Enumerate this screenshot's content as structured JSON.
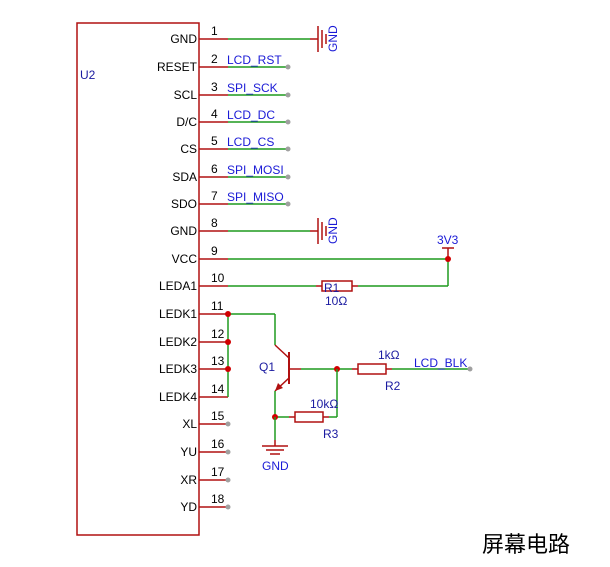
{
  "chip": {
    "ref": "U2",
    "pins": [
      {
        "num": "1",
        "name": "GND"
      },
      {
        "num": "2",
        "name": "RESET"
      },
      {
        "num": "3",
        "name": "SCL"
      },
      {
        "num": "4",
        "name": "D/C"
      },
      {
        "num": "5",
        "name": "CS"
      },
      {
        "num": "6",
        "name": "SDA"
      },
      {
        "num": "7",
        "name": "SDO"
      },
      {
        "num": "8",
        "name": "GND"
      },
      {
        "num": "9",
        "name": "VCC"
      },
      {
        "num": "10",
        "name": "LEDA1"
      },
      {
        "num": "11",
        "name": "LEDK1"
      },
      {
        "num": "12",
        "name": "LEDK2"
      },
      {
        "num": "13",
        "name": "LEDK3"
      },
      {
        "num": "14",
        "name": "LEDK4"
      },
      {
        "num": "15",
        "name": "XL"
      },
      {
        "num": "16",
        "name": "YU"
      },
      {
        "num": "17",
        "name": "XR"
      },
      {
        "num": "18",
        "name": "YD"
      }
    ]
  },
  "nets": {
    "pin2": "LCD_RST",
    "pin3": "SPI_SCK",
    "pin4": "LCD_DC",
    "pin5": "LCD_CS",
    "pin6": "SPI_MOSI",
    "pin7": "SPI_MISO",
    "power": "3V3",
    "backlight": "LCD_BLK"
  },
  "gnd_labels": {
    "top": "GND",
    "mid": "GND",
    "bottom": "GND"
  },
  "components": {
    "r1": {
      "ref": "R1",
      "value": "10Ω"
    },
    "r2": {
      "ref": "R2",
      "value": "1kΩ"
    },
    "r3": {
      "ref": "R3",
      "value": "10kΩ"
    },
    "q1": {
      "ref": "Q1"
    }
  },
  "caption": "屏幕电路",
  "colors": {
    "wire": "#1f9a1f",
    "body": "#b01010",
    "net": "#1a1ad6",
    "node": "#d00000"
  }
}
